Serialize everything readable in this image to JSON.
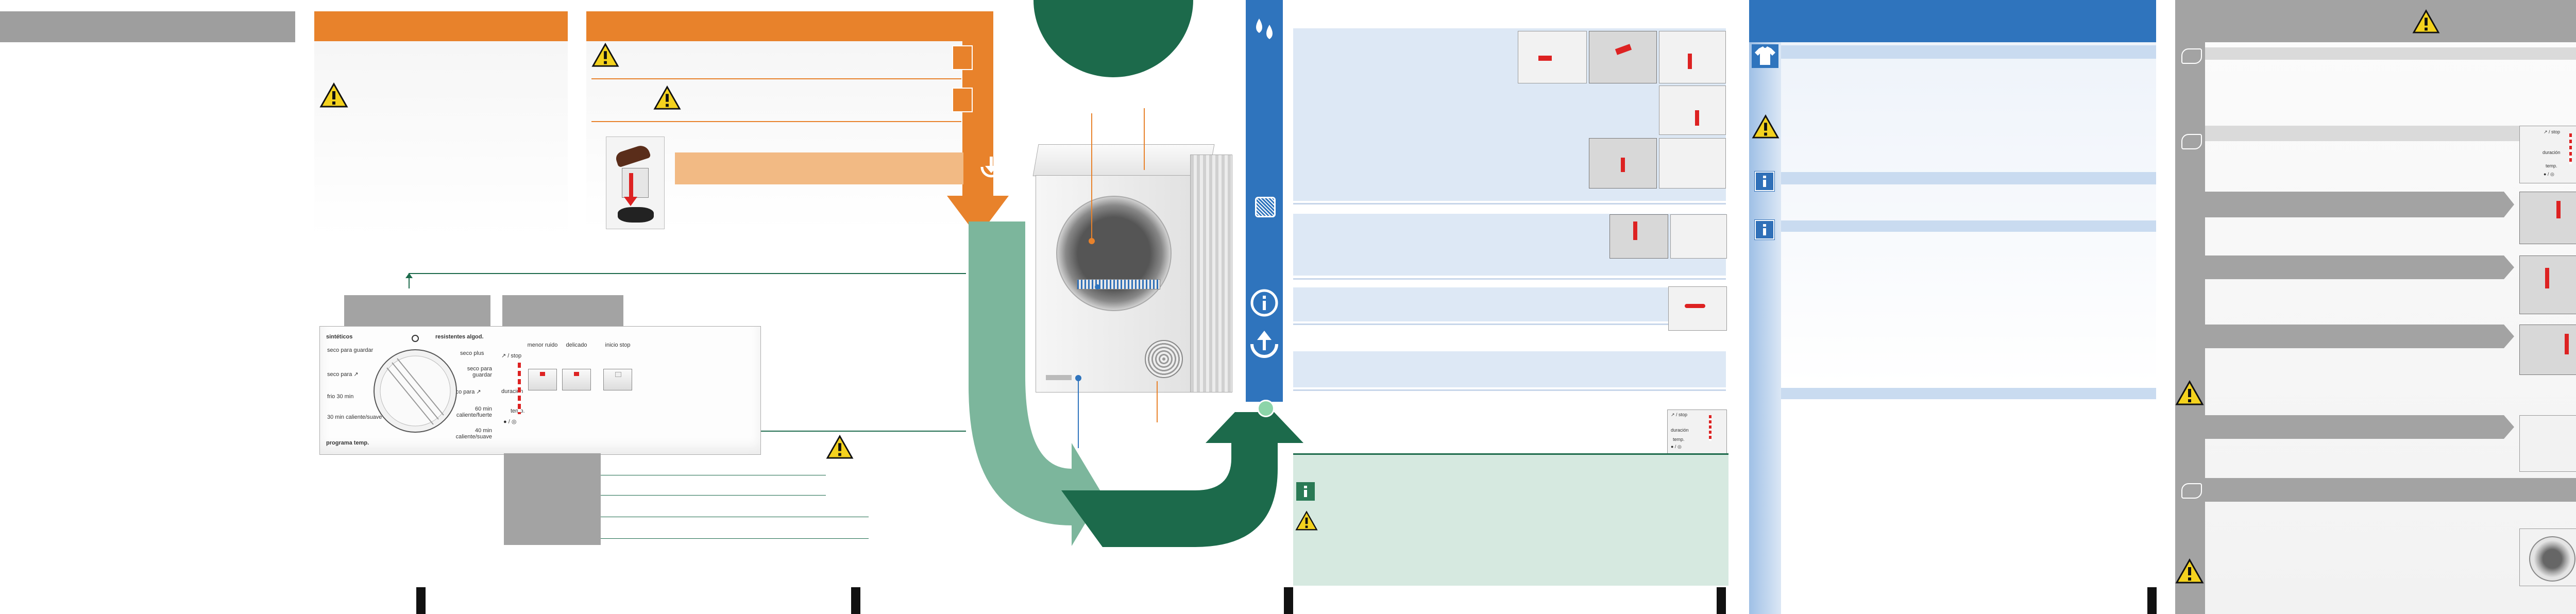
{
  "panel2": {
    "warning": "warning-icon"
  },
  "panel3": {
    "safety_icon": "warning-icon",
    "drain_icon": "drain-down-arrow-icon"
  },
  "control_panel": {
    "dial_top_left": "sintéticos",
    "dial_top_right": "resistentes algod.",
    "dial_items_left": [
      "seco para guardar",
      "seco para ↗",
      "frio 30 min",
      "30 min caliente/suave"
    ],
    "dial_items_right": [
      "seco plus",
      "seco para guardar",
      "seco para ↗",
      "60 min caliente/fuerte",
      "40 min caliente/suave"
    ],
    "dial_bottom_left": "programa temp.",
    "btn1_top": "menor ruido",
    "btn2_top": "delicado",
    "btn3_top": "inicio stop",
    "side_labels": [
      "↗ / stop",
      "duración",
      "temp.",
      "● / ◎"
    ]
  },
  "thumb_labels": [
    "↗ / stop",
    "duración",
    "temp.",
    "● / ◎"
  ],
  "colors": {
    "orange": "#e8822b",
    "blue": "#2f74bd",
    "dark_green": "#1c6a4b",
    "mid_green": "#7cb69c",
    "light_green": "#d6e9e0",
    "gray": "#a3a3a3"
  }
}
